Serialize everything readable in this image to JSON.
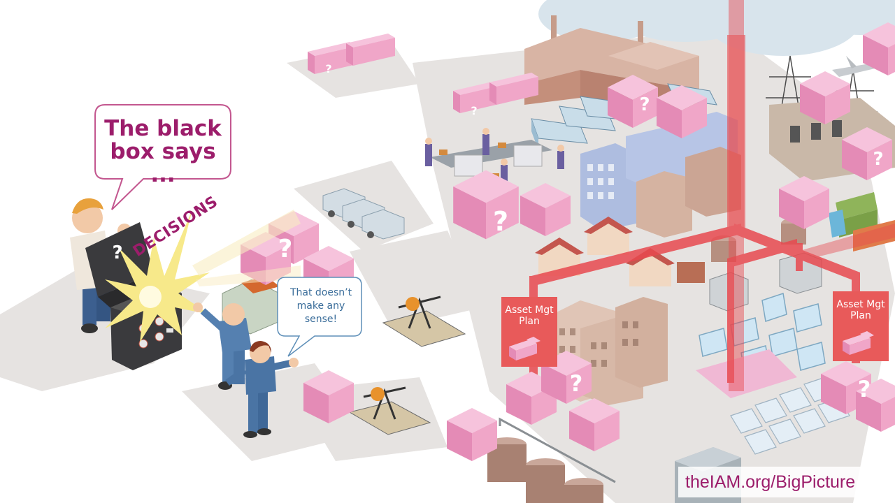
{
  "speech_bubble_main": {
    "line1": "The black",
    "line2": "box says ..."
  },
  "burst_label": "DECISIONS",
  "speech_bubble_small": {
    "line1": "That doesn’t",
    "line2": "make any",
    "line3": "sense!"
  },
  "asset_plan_left": {
    "line1": "Asset Mgt",
    "line2": "Plan"
  },
  "asset_plan_right": {
    "line1": "Asset Mgt",
    "line2": "Plan"
  },
  "box_symbol": "?",
  "footer_url": "theIAM.org/BigPicture",
  "colors": {
    "brand_magenta": "#9c1d6b",
    "box_pink": "#f0a6c8",
    "pipe_red": "#e8484f",
    "bubble_text_blue": "#3a6d9a"
  }
}
